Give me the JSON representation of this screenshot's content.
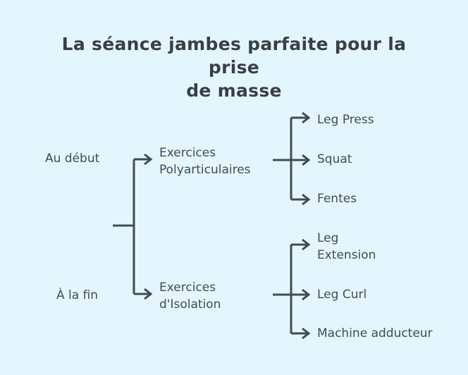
{
  "title": "La séance jambes parfaite pour la prise\nde masse",
  "colors": {
    "background": "#e4f6fd",
    "text": "#434a54",
    "title": "#3a3f45",
    "stroke": "#434a54"
  },
  "diagram": {
    "type": "tree",
    "orientation": "left-to-right",
    "root_connector": "vertical-spine",
    "stages": [
      {
        "label": "Au début",
        "branch": "Exercices\nPolyarticulaires",
        "leaves": [
          "Leg Press",
          "Squat",
          "Fentes"
        ]
      },
      {
        "label": "À la fin",
        "branch": "Exercices\nd'Isolation",
        "leaves": [
          "Leg\nExtension",
          "Leg Curl",
          "Machine adducteur"
        ]
      }
    ]
  }
}
